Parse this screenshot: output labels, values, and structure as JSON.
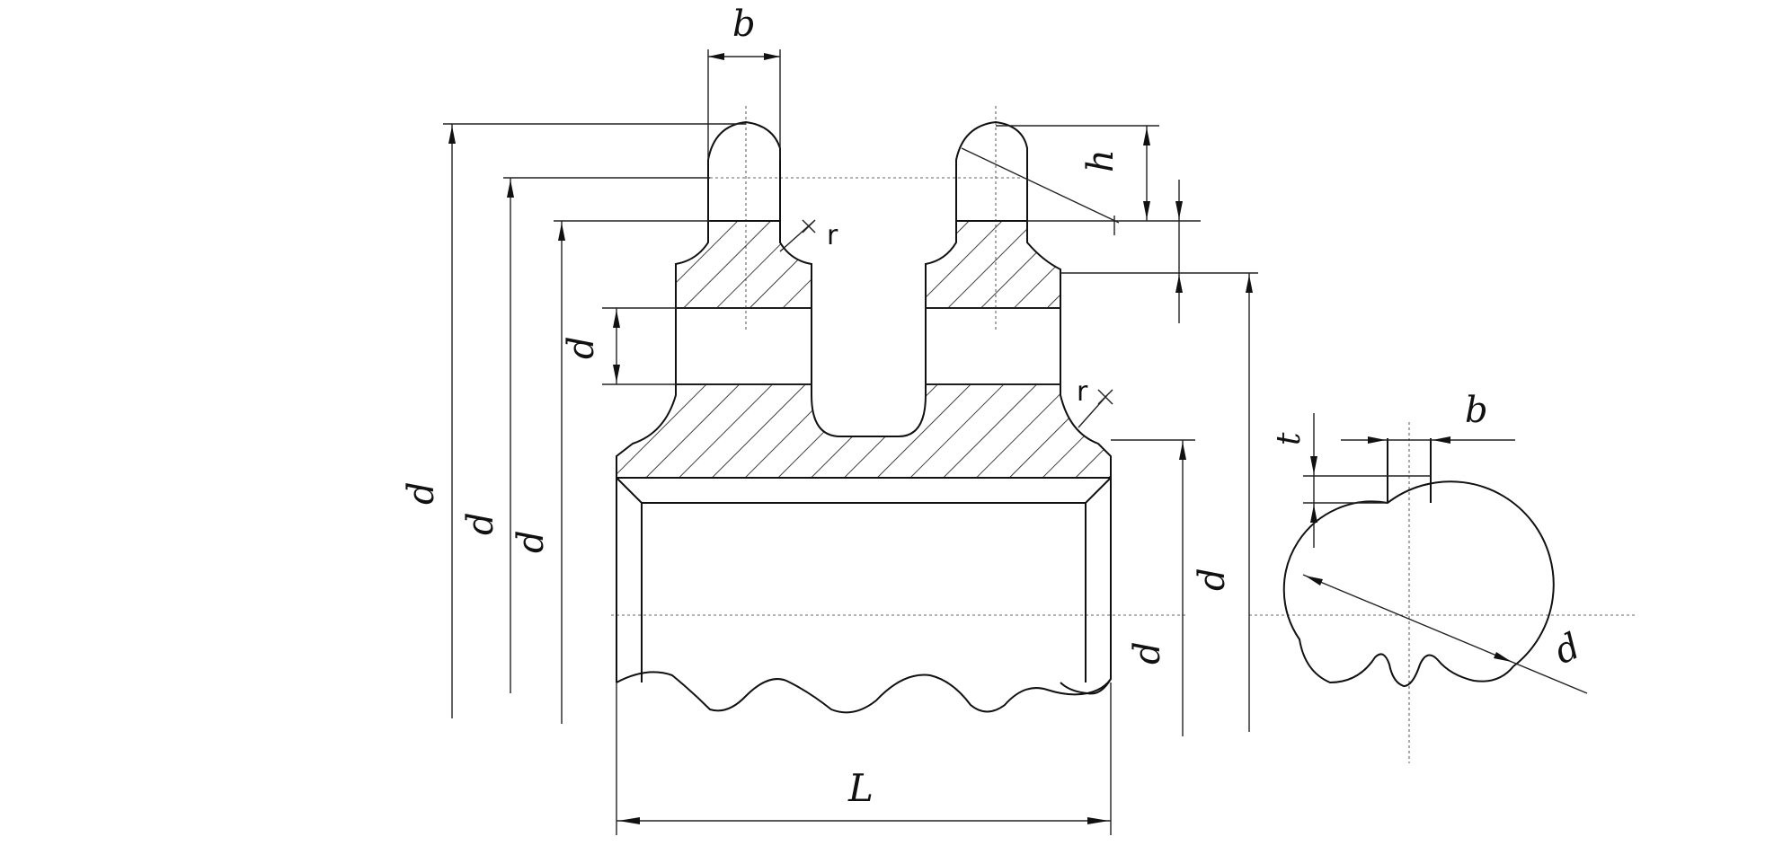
{
  "drawing": {
    "labels": {
      "b_top": "b",
      "h": "h",
      "r_top": "r",
      "r_mid": "r",
      "d_bore_inner": "d",
      "d_left_1": "d",
      "d_left_2": "d",
      "d_left_3": "d",
      "d_right_1": "d",
      "d_right_2": "d",
      "L": "L",
      "t": "t",
      "b_key": "b",
      "d_section": "d"
    }
  }
}
